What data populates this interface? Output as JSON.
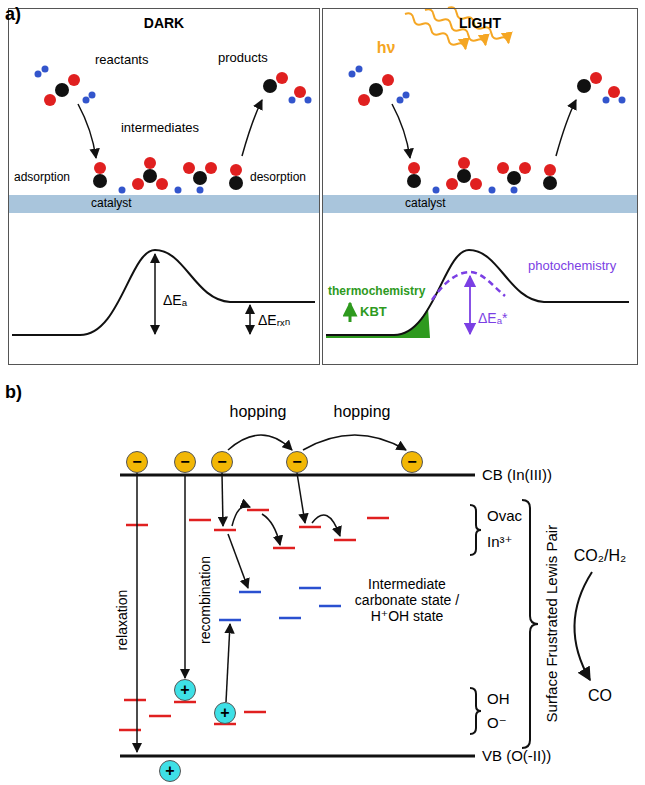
{
  "diagram": {
    "nodes": [
      {
        "text": [
          "DARK"
        ]
      },
      {
        "text": [
          "catalyst"
        ],
        "in": 0
      },
      {
        "text": [
          "LIGHT"
        ]
      },
      {
        "text": [
          "catalyst"
        ],
        "in": 2
      },
      {
        "text": [
          "−"
        ]
      },
      {
        "text": [
          "−"
        ]
      },
      {
        "text": [
          "−"
        ]
      },
      {
        "text": [
          "−"
        ]
      },
      {
        "text": [
          "−"
        ]
      },
      {
        "text": [
          "+"
        ]
      },
      {
        "text": [
          "+"
        ]
      },
      {
        "text": [
          "+"
        ]
      }
    ],
    "edges": [
      {
        "from": 5,
        "to": 9,
        "arrow": "to"
      }
    ],
    "labels": [
      "a)",
      "reactants",
      "intermediates",
      "products",
      "adsorption",
      "desorption",
      "ΔEₐ",
      "ΔEᵣₓₙ",
      "hν",
      "thermochemistry",
      "KBT",
      "photochemistry",
      "ΔEₐ*",
      "b)",
      "hopping",
      "hopping",
      "CB (In(III))",
      "Ovac",
      "In³⁺",
      "Intermediate carbonate state / H⁺OH state",
      "OH",
      "O⁻",
      "VB (O(-II))",
      "Surface Frustrated Lewis Pair",
      "CO₂/H₂",
      "CO",
      "relaxation",
      "recombination"
    ]
  }
}
